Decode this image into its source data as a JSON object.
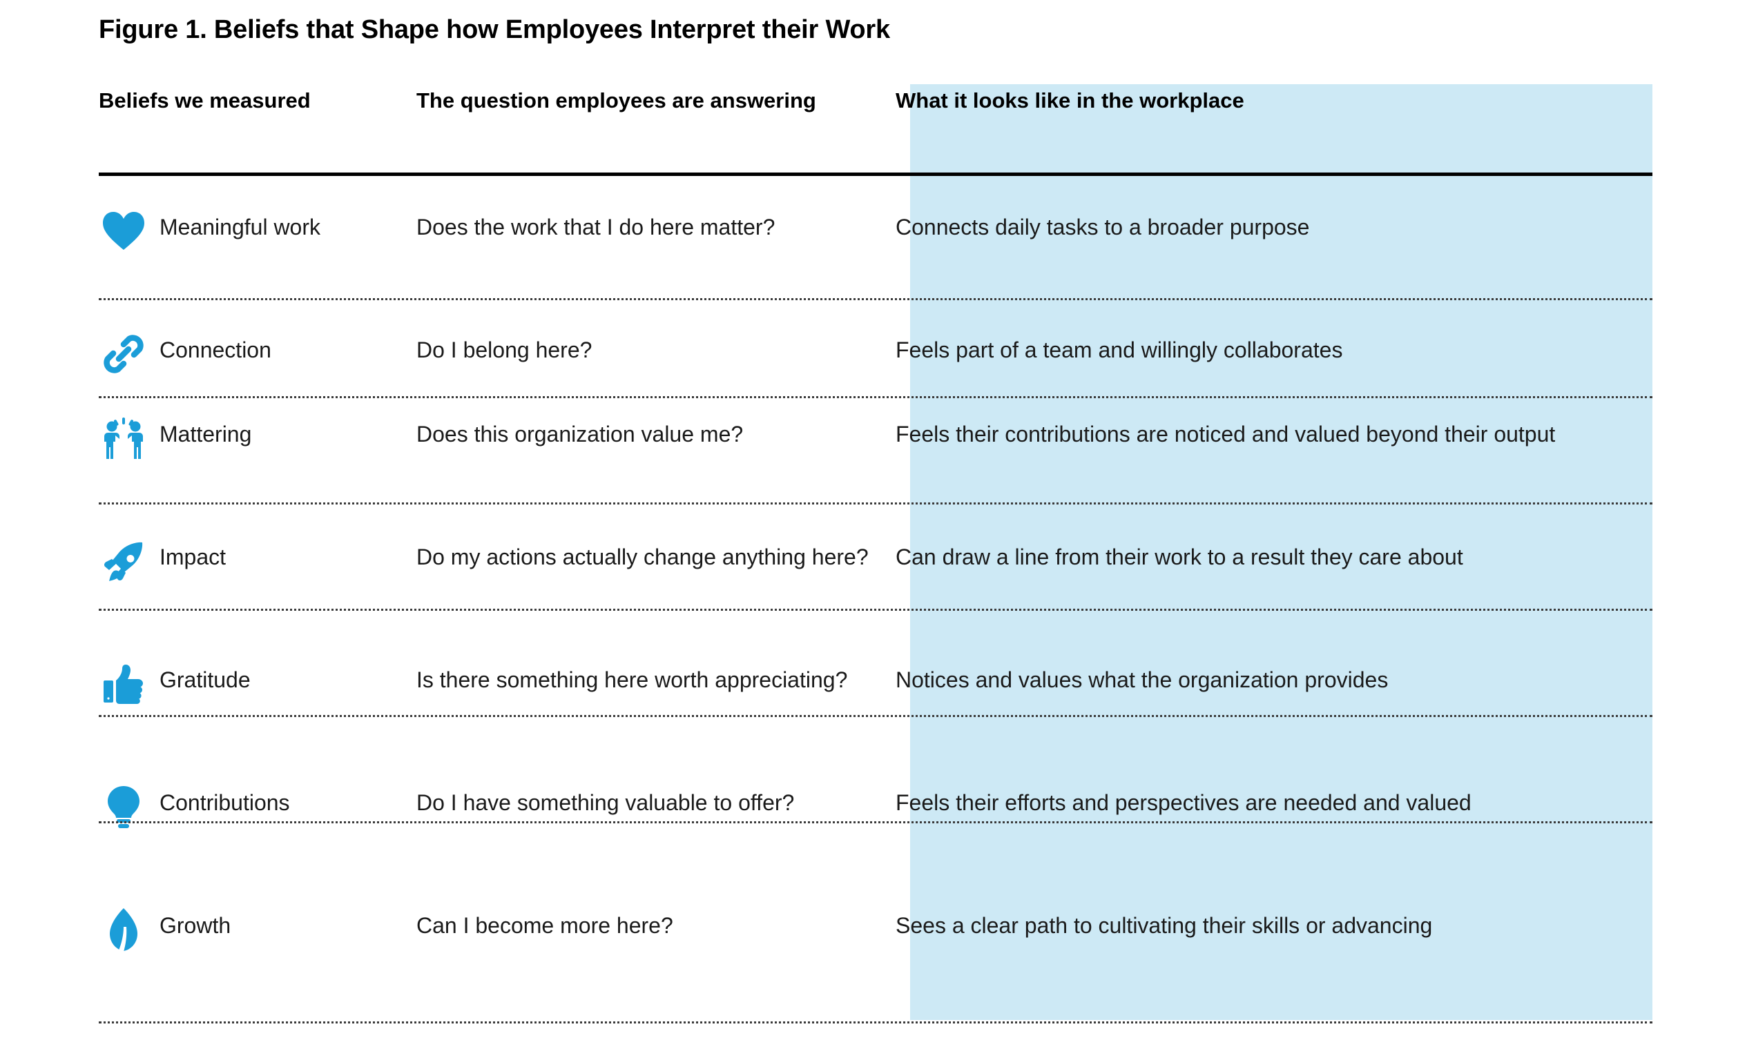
{
  "figure": {
    "title": "Figure 1. Beliefs that Shape how Employees Interpret their Work",
    "accent_color": "#1B9DD8",
    "highlight_color": "#CDE9F5"
  },
  "columns": {
    "beliefs_header": "Beliefs we measured",
    "question_header": "The question employees are answering",
    "workplace_header": "What it looks like in the workplace"
  },
  "rows": [
    {
      "icon": "heart-icon",
      "belief": "Meaningful work",
      "question": "Does the work that I do here matter?",
      "workplace": "Connects daily tasks to a broader purpose"
    },
    {
      "icon": "link-icon",
      "belief": "Connection",
      "question": "Do I belong here?",
      "workplace": "Feels part of a team and willingly collaborates"
    },
    {
      "icon": "high-five-people-icon",
      "belief": "Mattering",
      "question": "Does this organization value me?",
      "workplace": "Feels their contributions are noticed and valued beyond their output"
    },
    {
      "icon": "rocket-icon",
      "belief": "Impact",
      "question": "Do my actions actually change anything here?",
      "workplace": "Can draw a line from their work to a result they care about"
    },
    {
      "icon": "thumbs-up-icon",
      "belief": "Gratitude",
      "question": "Is there something here worth appreciating?",
      "workplace": "Notices and values what the organization provides"
    },
    {
      "icon": "lightbulb-icon",
      "belief": "Contributions",
      "question": "Do I have something valuable to offer?",
      "workplace": "Feels their efforts and perspectives are needed and valued"
    },
    {
      "icon": "leaf-icon",
      "belief": "Growth",
      "question": "Can I become more here?",
      "workplace": "Sees a clear path to cultivating their skills or advancing"
    }
  ]
}
